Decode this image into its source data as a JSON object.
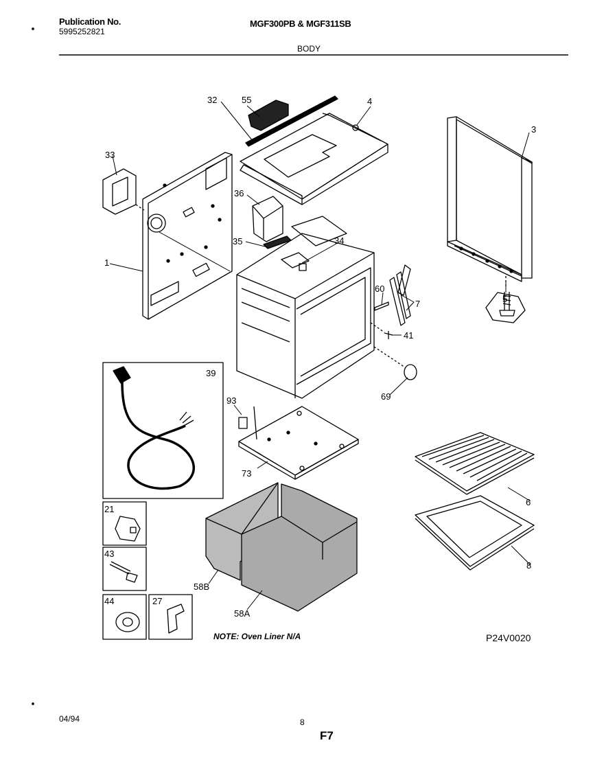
{
  "header": {
    "publication_label": "Publication No.",
    "publication_number": "5995252821",
    "models": "MGF300PB & MGF311SB",
    "section": "BODY"
  },
  "parts": [
    {
      "id": "32"
    },
    {
      "id": "55"
    },
    {
      "id": "4"
    },
    {
      "id": "3"
    },
    {
      "id": "33"
    },
    {
      "id": "36"
    },
    {
      "id": "35"
    },
    {
      "id": "34"
    },
    {
      "id": "1"
    },
    {
      "id": "60"
    },
    {
      "id": "7"
    },
    {
      "id": "5"
    },
    {
      "id": "41"
    },
    {
      "id": "39"
    },
    {
      "id": "69"
    },
    {
      "id": "93"
    },
    {
      "id": "73"
    },
    {
      "id": "6"
    },
    {
      "id": "21"
    },
    {
      "id": "43"
    },
    {
      "id": "8"
    },
    {
      "id": "58B"
    },
    {
      "id": "58A"
    },
    {
      "id": "44"
    },
    {
      "id": "27"
    }
  ],
  "note": "NOTE: Oven Liner N/A",
  "diagram_code": "P24V0020",
  "footer": {
    "date": "04/94",
    "page": "8",
    "figure": "F7"
  }
}
